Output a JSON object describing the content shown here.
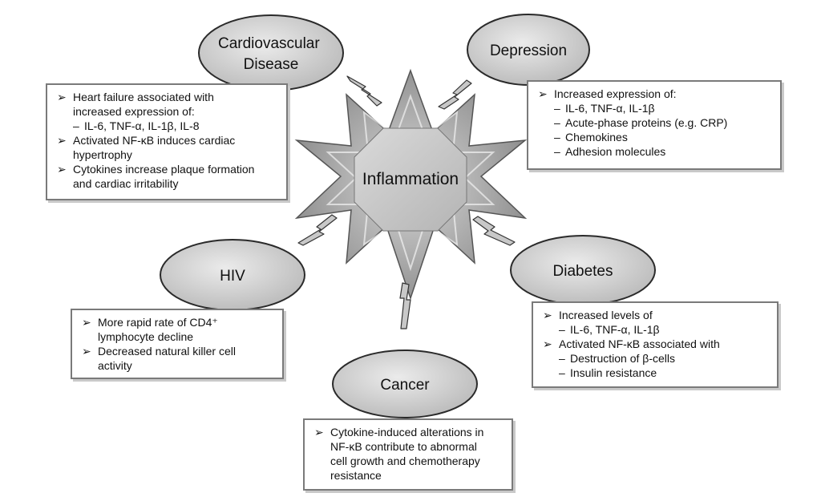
{
  "center": {
    "label": "Inflammation"
  },
  "nodes": {
    "cardio": {
      "title_lines": [
        "Cardiovascular",
        "Disease"
      ]
    },
    "depression": {
      "title_lines": [
        "Depression"
      ]
    },
    "hiv": {
      "title_lines": [
        "HIV"
      ]
    },
    "diabetes": {
      "title_lines": [
        "Diabetes"
      ]
    },
    "cancer": {
      "title_lines": [
        "Cancer"
      ]
    }
  },
  "boxes": {
    "cardio": {
      "items": [
        {
          "type": "bullet",
          "text": "Heart failure associated with"
        },
        {
          "type": "cont",
          "text": "increased expression of:"
        },
        {
          "type": "dash",
          "text": "IL-6, TNF-α, IL-1β, IL-8"
        },
        {
          "type": "bullet",
          "text": "Activated NF-κB induces cardiac"
        },
        {
          "type": "cont",
          "text": "hypertrophy"
        },
        {
          "type": "bullet",
          "text": "Cytokines increase plaque formation"
        },
        {
          "type": "cont",
          "text": "and cardiac irritability"
        }
      ]
    },
    "depression": {
      "items": [
        {
          "type": "bullet",
          "text": "Increased expression of:"
        },
        {
          "type": "dash",
          "text": "IL-6, TNF-α, IL-1β"
        },
        {
          "type": "dash",
          "text": "Acute-phase proteins (e.g. CRP)"
        },
        {
          "type": "dash",
          "text": "Chemokines"
        },
        {
          "type": "dash",
          "text": "Adhesion molecules"
        }
      ]
    },
    "hiv": {
      "items": [
        {
          "type": "bullet",
          "text": "More rapid rate of CD4⁺"
        },
        {
          "type": "cont",
          "text": "lymphocyte decline"
        },
        {
          "type": "bullet",
          "text": "Decreased natural killer cell"
        },
        {
          "type": "cont",
          "text": "activity"
        }
      ]
    },
    "diabetes": {
      "items": [
        {
          "type": "bullet",
          "text": "Increased levels of"
        },
        {
          "type": "dash",
          "text": "IL-6, TNF-α, IL-1β"
        },
        {
          "type": "bullet",
          "text": "Activated NF-κB associated with"
        },
        {
          "type": "dash",
          "text": "Destruction of β-cells"
        },
        {
          "type": "dash",
          "text": "Insulin resistance"
        }
      ]
    },
    "cancer": {
      "items": [
        {
          "type": "bullet",
          "text": "Cytokine-induced alterations in"
        },
        {
          "type": "cont",
          "text": "NF-κB contribute to abnormal"
        },
        {
          "type": "cont",
          "text": "cell growth and chemotherapy"
        },
        {
          "type": "cont",
          "text": "resistance"
        }
      ]
    }
  },
  "colors": {
    "ellipse_fill": "#d2d2d2",
    "ellipse_stroke": "#2a2a2a",
    "box_border": "#7a7a7a",
    "star_fill": "#a9a9a9",
    "octagon_fill": "#c4c4c4",
    "bolt_fill": "#c8c8c8"
  }
}
